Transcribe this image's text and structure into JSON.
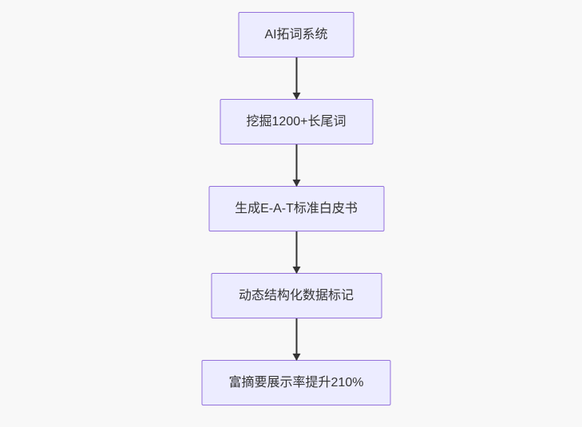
{
  "diagram": {
    "type": "flowchart",
    "direction": "top-down",
    "nodes": [
      {
        "id": "A",
        "label": "AI拓词系统"
      },
      {
        "id": "B",
        "label": "挖掘1200+长尾词"
      },
      {
        "id": "C",
        "label": "生成E-A-T标准白皮书"
      },
      {
        "id": "D",
        "label": "动态结构化数据标记"
      },
      {
        "id": "E",
        "label": "富摘要展示率提升210%"
      }
    ],
    "edges": [
      {
        "from": "A",
        "to": "B",
        "style": "arrow"
      },
      {
        "from": "B",
        "to": "C",
        "style": "arrow"
      },
      {
        "from": "C",
        "to": "D",
        "style": "arrow"
      },
      {
        "from": "D",
        "to": "E",
        "style": "arrow"
      }
    ],
    "colors": {
      "node_fill": "#ececff",
      "node_border": "#9370db",
      "node_text": "#333333",
      "arrow": "#333333",
      "background": "#f8f8f8"
    }
  }
}
